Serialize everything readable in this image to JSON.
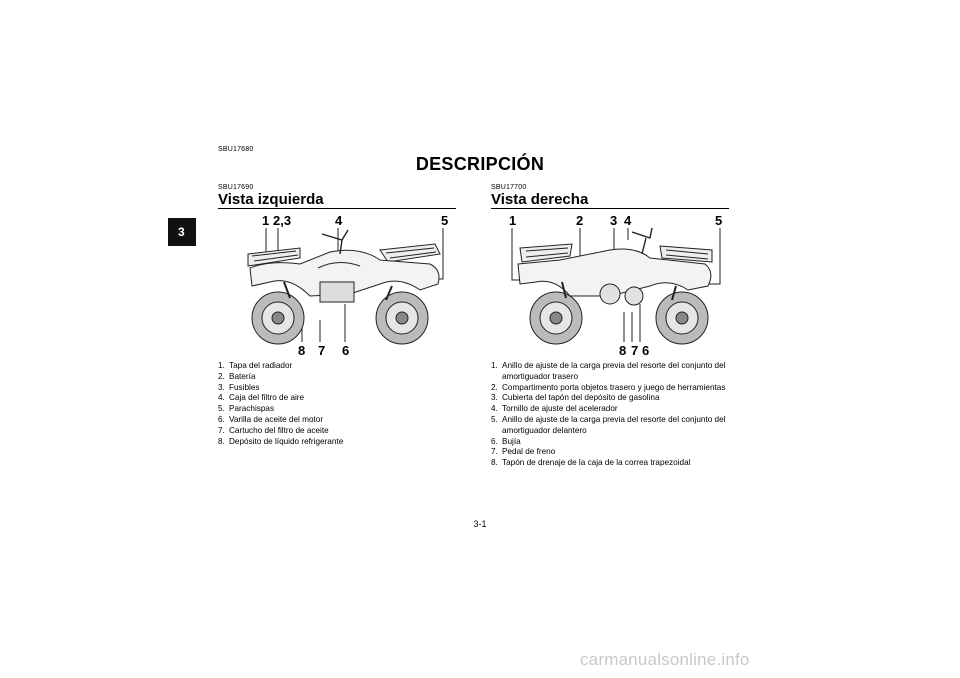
{
  "header": {
    "doc_code": "SBU17680",
    "title": "DESCRIPCIÓN"
  },
  "chapter_tab": "3",
  "left_section": {
    "code": "SBU17690",
    "title": "Vista izquierda",
    "callouts_top": [
      "1",
      "2,3",
      "4",
      "5"
    ],
    "callouts_bottom": [
      "8",
      "7",
      "6"
    ],
    "items": [
      {
        "n": "1.",
        "text": "Tapa del radiador"
      },
      {
        "n": "2.",
        "text": "Batería"
      },
      {
        "n": "3.",
        "text": "Fusibles"
      },
      {
        "n": "4.",
        "text": "Caja del filtro de aire"
      },
      {
        "n": "5.",
        "text": "Parachispas"
      },
      {
        "n": "6.",
        "text": "Varilla de aceite del motor"
      },
      {
        "n": "7.",
        "text": "Cartucho del filtro de aceite"
      },
      {
        "n": "8.",
        "text": "Depósito de líquido refrigerante"
      }
    ]
  },
  "right_section": {
    "code": "SBU17700",
    "title": "Vista derecha",
    "callouts_top": [
      "1",
      "2",
      "3",
      "4",
      "5"
    ],
    "callouts_bottom": [
      "8",
      "7",
      "6"
    ],
    "items": [
      {
        "n": "1.",
        "text": "Anillo de ajuste de la carga previa del resorte del conjunto del amortiguador trasero"
      },
      {
        "n": "2.",
        "text": "Compartimento porta objetos trasero y juego de herramientas"
      },
      {
        "n": "3.",
        "text": "Cubierta del tapón del depósito de gasolina"
      },
      {
        "n": "4.",
        "text": "Tornillo de ajuste del acelerador"
      },
      {
        "n": "5.",
        "text": "Anillo de ajuste de la carga previa del resorte del conjunto del amortiguador delantero"
      },
      {
        "n": "6.",
        "text": "Bujía"
      },
      {
        "n": "7.",
        "text": "Pedal de freno"
      },
      {
        "n": "8.",
        "text": "Tapón de drenaje de la caja de la correa trapezoidal"
      }
    ]
  },
  "page_number": "3-1",
  "watermark": "carmanualsonline.info"
}
